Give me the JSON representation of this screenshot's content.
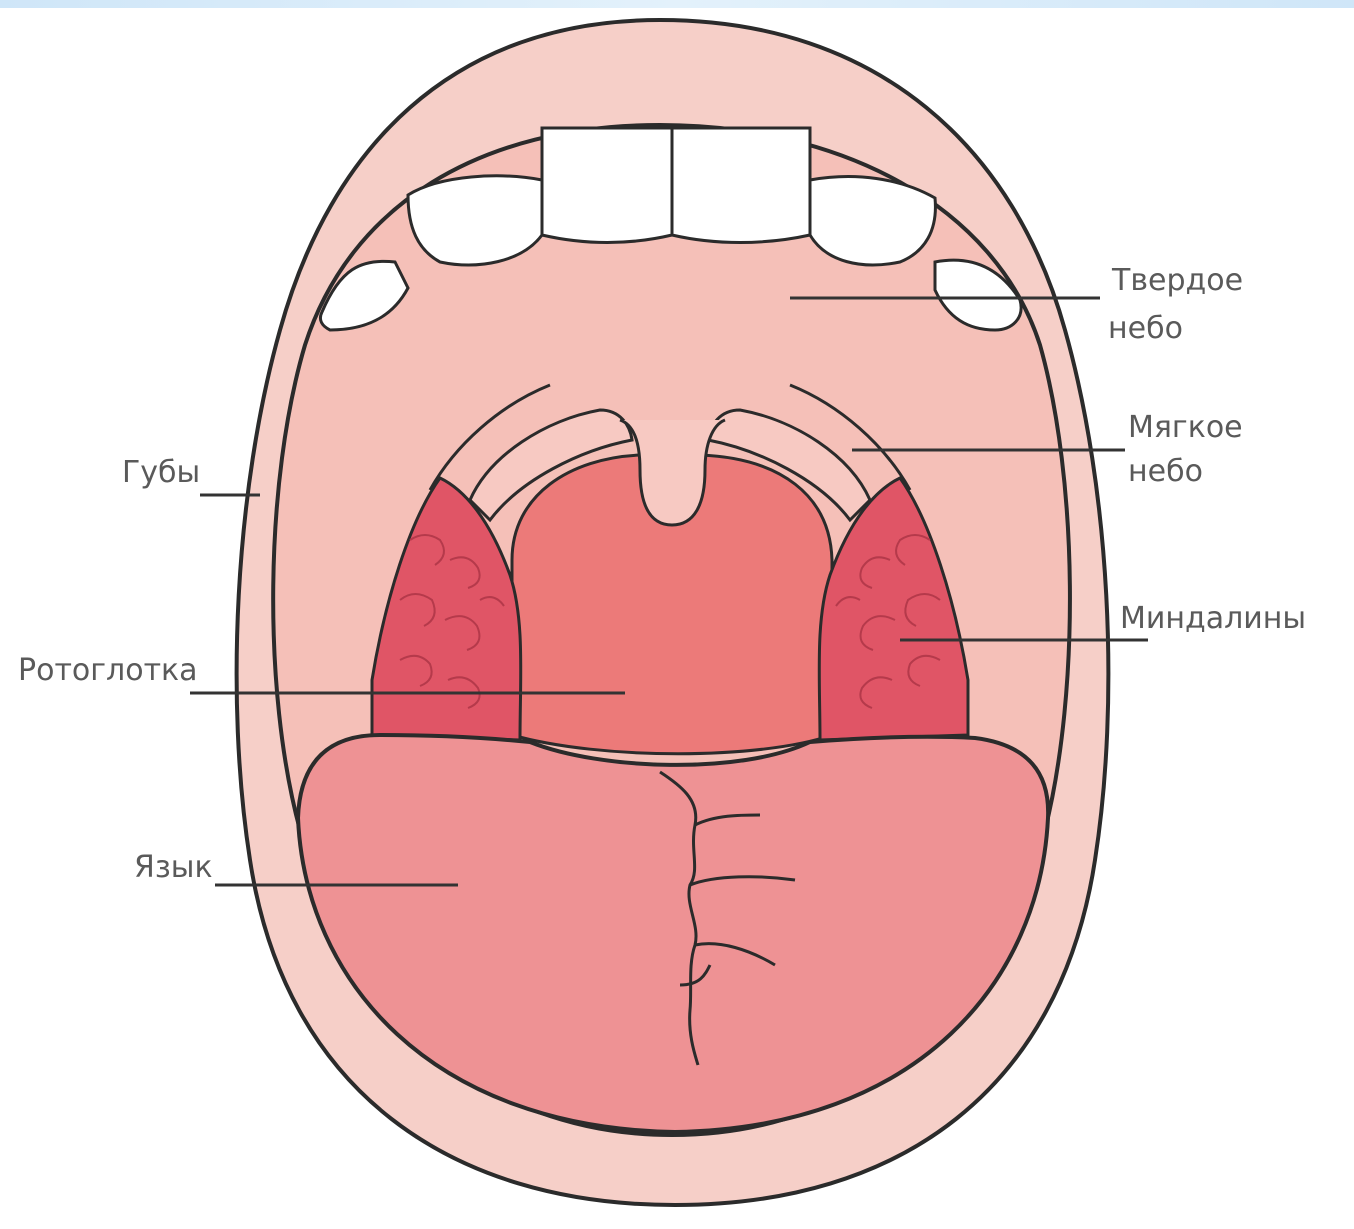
{
  "labels": {
    "hard_palate": [
      "Твердое",
      "небо"
    ],
    "soft_palate": [
      "Мягкое",
      "небо"
    ],
    "lips": "Губы",
    "tonsils": "Миндалины",
    "oropharynx": "Ротоглотка",
    "tongue": "Язык"
  },
  "colors": {
    "outline": "#2b2b2b",
    "lips": "#f6cfc8",
    "mouth_interior": "#f5c0b8",
    "pharynx": "#ec7a79",
    "tonsils": "#e05566",
    "tongue": "#ee9294",
    "teeth": "#ffffff",
    "label_text": "#5a5a5a",
    "leader_line": "#333333"
  }
}
